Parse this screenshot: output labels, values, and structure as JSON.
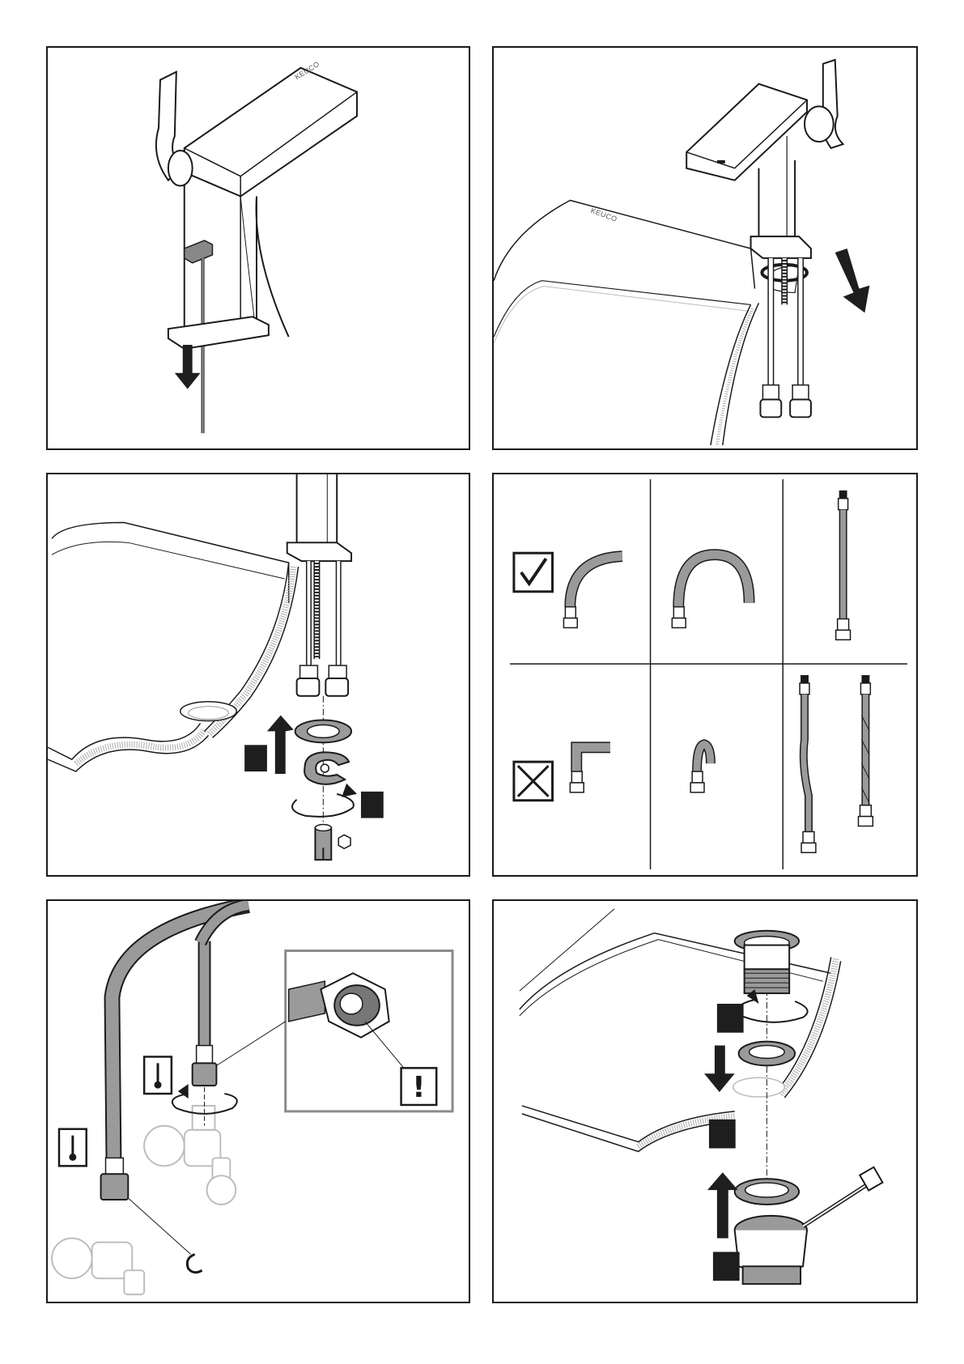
{
  "brand": {
    "logo_text": "KEUCO",
    "logo_text_tap": "KEUCO"
  },
  "panels": [
    {
      "id": "step-1",
      "icons": [
        "tap-body",
        "lever-handle",
        "pull-rod",
        "down-arrow"
      ]
    },
    {
      "id": "step-2",
      "icons": [
        "tap-body",
        "o-ring",
        "flexible-hoses",
        "down-arrow"
      ]
    },
    {
      "id": "step-3",
      "icons": [
        "washer",
        "horseshoe-plate",
        "nut",
        "hex-icon",
        "step-marker",
        "up-arrow",
        "rotate-arrow"
      ]
    },
    {
      "id": "step-4",
      "correct_icon": "check-icon",
      "wrong_icon": "cross-icon"
    },
    {
      "id": "step-5",
      "icons": [
        "thermometer-icon",
        "thermometer-icon",
        "warning-icon",
        "angle-valve",
        "rotate-arrow"
      ],
      "warning_symbol": "!"
    },
    {
      "id": "step-6",
      "icons": [
        "waste-valve",
        "rotate-arrow",
        "down-arrow",
        "up-arrow",
        "step-marker"
      ]
    }
  ],
  "colors": {
    "line": "#1a1a1a",
    "hose": "#9a9a9a",
    "marker": "#1e1e1e",
    "dim": "#bdbdbd"
  }
}
